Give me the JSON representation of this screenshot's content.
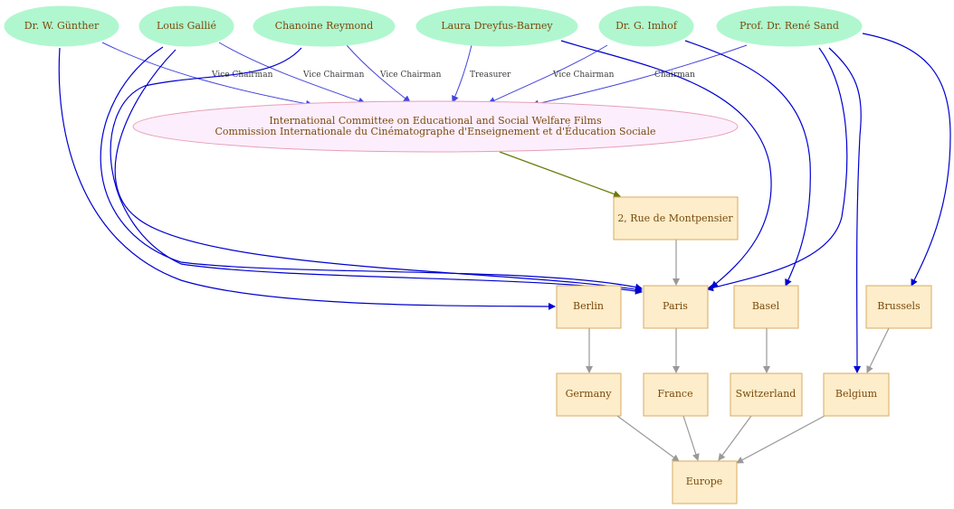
{
  "people": {
    "gunther": "Dr. W. Günther",
    "gallie": "Louis Gallié",
    "reymond": "Chanoine Reymond",
    "dreyfus": "Laura Dreyfus-Barney",
    "imhof": "Dr. G. Imhof",
    "sand": "Prof. Dr. René Sand"
  },
  "organization": {
    "line1": "International Committee on Educational and Social Welfare Films",
    "line2": "Commission Internationale du Cinématographe d'Enseignement et d'Éducation Sociale"
  },
  "places": {
    "address": "2, Rue de Montpensier",
    "berlin": "Berlin",
    "paris": "Paris",
    "basel": "Basel",
    "brussels": "Brussels",
    "germany": "Germany",
    "france": "France",
    "switzerland": "Switzerland",
    "belgium": "Belgium",
    "europe": "Europe"
  },
  "roles": {
    "gunther": "Vice Chairman",
    "gallie": "Vice Chairman",
    "reymond": "Vice Chairman",
    "dreyfus": "Treasurer",
    "imhof": "Vice Chairman",
    "sand": "Chairman"
  },
  "colors": {
    "person_fill": "#b0f7cf",
    "org_fill": "#fdeefd",
    "org_stroke": "#e6a0b4",
    "place_fill": "#fdedca",
    "place_stroke": "#d8ab62",
    "role_edge": "#4444dd",
    "city_edge": "#0000d0",
    "hierarchy_edge": "#999999",
    "address_edge": "#6b7a0a"
  }
}
